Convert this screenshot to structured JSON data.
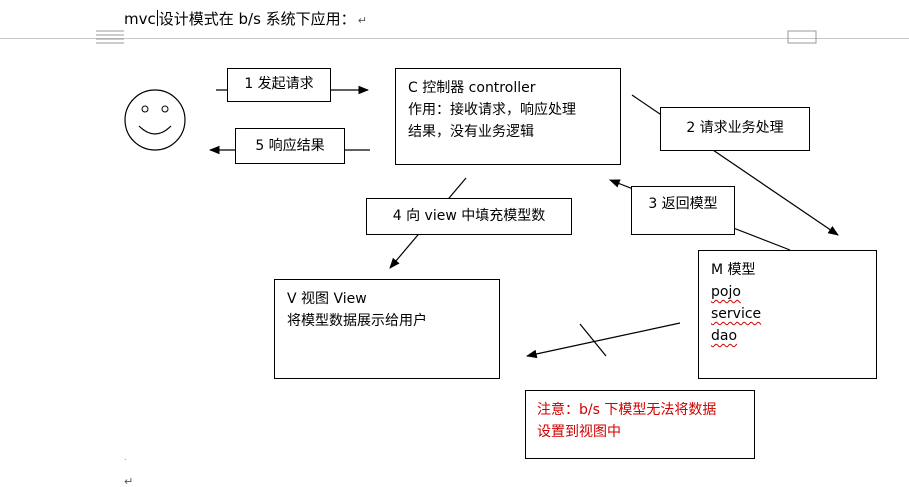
{
  "page": {
    "title": "mvc设计模式在 b/s 系统下应用：",
    "para_mark": "↵"
  },
  "diagram": {
    "user": {
      "icon": "smiley-face-icon"
    },
    "step1": {
      "label": "1 发起请求"
    },
    "step5": {
      "label": "5  响应结果"
    },
    "controller": {
      "line1": "C    控制器 controller",
      "line2": "作用：接收请求，响应处理",
      "line3": "结果，没有业务逻辑"
    },
    "step2": {
      "label": "2 请求业务处理"
    },
    "step3": {
      "label": "3 返回模型"
    },
    "step4": {
      "label": "4  向 view  中填充模型数"
    },
    "model": {
      "line1": "M  模型",
      "line2": "pojo",
      "line3": "service",
      "line4": "dao"
    },
    "view": {
      "line1": "V  视图  View",
      "line2": "将模型数据展示给用户"
    },
    "note": {
      "line1": "注意：b/s 下模型无法将数据",
      "line2": "设置到视图中"
    }
  }
}
